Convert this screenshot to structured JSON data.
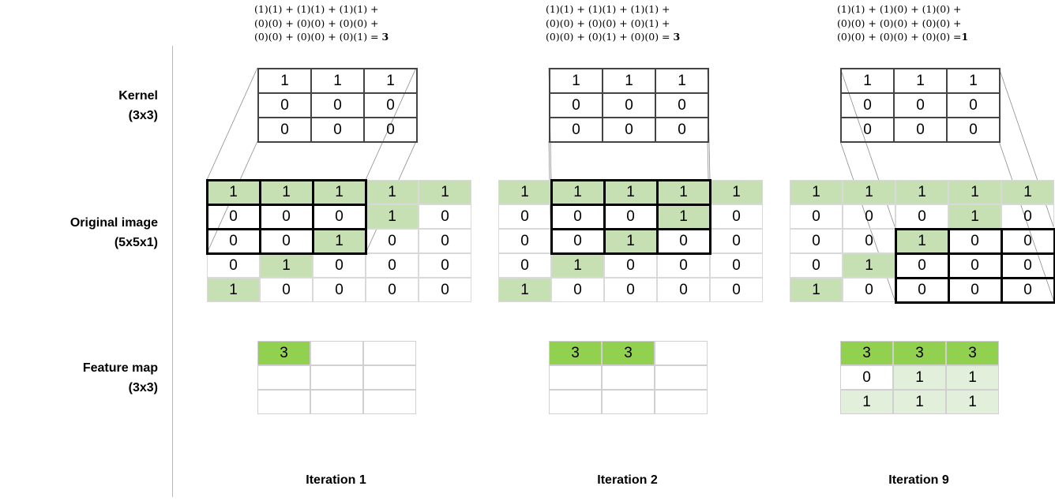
{
  "row_labels": {
    "kernel": [
      "Kernel",
      "(3x3)"
    ],
    "image": [
      "Original image",
      "(5x5x1)"
    ],
    "feature_map": [
      "Feature map",
      "(3x3)"
    ]
  },
  "kernel": [
    [
      1,
      1,
      1
    ],
    [
      0,
      0,
      0
    ],
    [
      0,
      0,
      0
    ]
  ],
  "image": [
    [
      1,
      1,
      1,
      1,
      1
    ],
    [
      0,
      0,
      0,
      1,
      0
    ],
    [
      0,
      0,
      1,
      0,
      0
    ],
    [
      0,
      1,
      0,
      0,
      0
    ],
    [
      1,
      0,
      0,
      0,
      0
    ]
  ],
  "image_highlight": [
    [
      1,
      1,
      1,
      1,
      1
    ],
    [
      0,
      0,
      0,
      1,
      0
    ],
    [
      0,
      0,
      1,
      0,
      0
    ],
    [
      0,
      1,
      0,
      0,
      0
    ],
    [
      1,
      0,
      0,
      0,
      0
    ]
  ],
  "colors": {
    "image_highlight": "#c6e0b4",
    "feature_filled": "#92d050",
    "feature_light": "#e2efda",
    "kernel_border": "#444444"
  },
  "panels": [
    {
      "label": "Iteration 1",
      "formula": [
        "(1)(1) + (1)(1) + (1)(1) +",
        "(0)(0) + (0)(0) + (0)(0) +",
        "(0)(0) + (0)(0) + (0)(1) = ",
        "3"
      ],
      "window": {
        "row": 0,
        "col": 0
      },
      "feature_map": [
        [
          "3",
          "",
          ""
        ],
        [
          "",
          "",
          ""
        ],
        [
          "",
          "",
          ""
        ]
      ],
      "feature_style": [
        [
          "G",
          "",
          ""
        ],
        [
          "",
          "",
          ""
        ],
        [
          "",
          "",
          ""
        ]
      ]
    },
    {
      "label": "Iteration 2",
      "formula": [
        "(1)(1) + (1)(1) + (1)(1) +",
        "(0)(0) + (0)(0) + (0)(1) +",
        "(0)(0) + (0)(1) + (0)(0) = ",
        "3"
      ],
      "window": {
        "row": 0,
        "col": 1
      },
      "feature_map": [
        [
          "3",
          "3",
          ""
        ],
        [
          "",
          "",
          ""
        ],
        [
          "",
          "",
          ""
        ]
      ],
      "feature_style": [
        [
          "G",
          "G",
          ""
        ],
        [
          "",
          "",
          ""
        ],
        [
          "",
          "",
          ""
        ]
      ]
    },
    {
      "label": "Iteration 9",
      "formula": [
        "(1)(1) + (1)(0) + (1)(0) +",
        "(0)(0) + (0)(0) + (0)(0) +",
        "(0)(0) + (0)(0) + (0)(0) =",
        "1"
      ],
      "window": {
        "row": 2,
        "col": 2
      },
      "feature_map": [
        [
          "3",
          "3",
          "3"
        ],
        [
          "0",
          "1",
          "1"
        ],
        [
          "1",
          "1",
          "1"
        ]
      ],
      "feature_style": [
        [
          "G",
          "G",
          "G"
        ],
        [
          "",
          "l",
          "l"
        ],
        [
          "l",
          "l",
          "l"
        ]
      ]
    }
  ]
}
